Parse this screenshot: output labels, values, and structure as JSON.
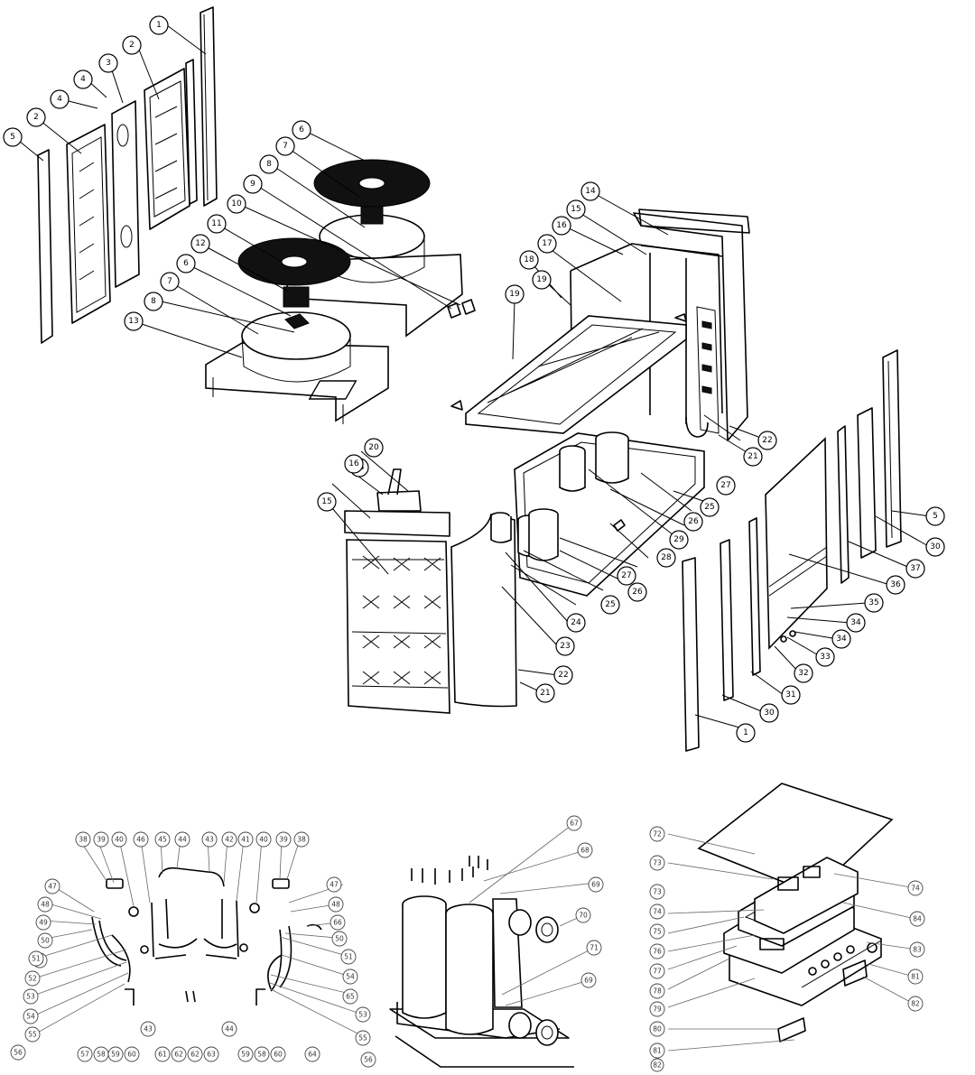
{
  "main_labels": [
    "1",
    "1",
    "2",
    "2",
    "3",
    "4",
    "4",
    "5",
    "5",
    "6",
    "6",
    "7",
    "7",
    "8",
    "8",
    "9",
    "10",
    "11",
    "12",
    "13",
    "14",
    "14",
    "15",
    "15",
    "16",
    "16",
    "17",
    "18",
    "19",
    "19",
    "20",
    "21",
    "21",
    "22",
    "22",
    "23",
    "24",
    "25",
    "25",
    "26",
    "26",
    "27",
    "27",
    "28",
    "29",
    "30",
    "30",
    "31",
    "32",
    "33",
    "34",
    "34",
    "35",
    "36",
    "37"
  ],
  "pipe_labels": [
    "38",
    "38",
    "39",
    "39",
    "40",
    "40",
    "41",
    "41",
    "42",
    "43",
    "43",
    "44",
    "44",
    "45",
    "46",
    "47",
    "47",
    "48",
    "48",
    "49",
    "50",
    "50",
    "51",
    "51",
    "52",
    "53",
    "53",
    "54",
    "54",
    "55",
    "55",
    "56",
    "56",
    "57",
    "58",
    "58",
    "59",
    "59",
    "60",
    "60",
    "61",
    "62",
    "62",
    "63",
    "64",
    "65",
    "66"
  ],
  "tank_labels": [
    "67",
    "68",
    "69",
    "69",
    "70",
    "71"
  ],
  "box_labels": [
    "72",
    "73",
    "73",
    "74",
    "74",
    "75",
    "76",
    "77",
    "78",
    "79",
    "80",
    "81",
    "81",
    "82",
    "82",
    "83",
    "84"
  ]
}
